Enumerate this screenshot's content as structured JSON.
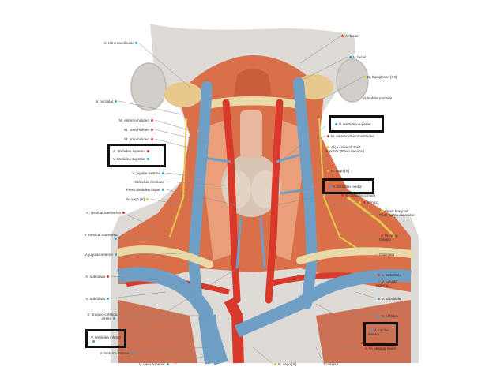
{
  "colors": {
    "artery": "#d8392b",
    "vein": "#6f9fc4",
    "nerve": "#e6c84a",
    "muscle": "#d9704a",
    "muscle_light": "#e9a07a",
    "thyroid": "#d8c5b4",
    "skin": "#dcdad5",
    "bone": "#ead9a8",
    "dot_red": "#d8392b",
    "dot_blue": "#39a0d8",
    "dot_yellow": "#e8c52a"
  },
  "left_labels": [
    {
      "text": "V. retromandibular",
      "dot": "blue"
    },
    {
      "text": "V. occipital",
      "dot": "blue"
    },
    {
      "text": "M. esterno-hióideo",
      "dot": "red"
    },
    {
      "text": "M. tireo-hióideo",
      "dot": "red"
    },
    {
      "text": "M. omo-hióideo",
      "dot": "red"
    },
    {
      "text": "V. jugular externa",
      "dot": "blue"
    },
    {
      "text": "Glândula tireóidea",
      "dot": "none"
    },
    {
      "text": "Plexo tireóideo ímpar",
      "dot": "blue"
    },
    {
      "text": "N. vago [X]",
      "dot": "yellow"
    },
    {
      "text": "A. cervical transversa",
      "dot": "red"
    },
    {
      "text": "V. cervical transversa",
      "dot": "blue"
    },
    {
      "text": "V. jugular anterior",
      "dot": "blue"
    },
    {
      "text": "A. subclávia",
      "dot": "red"
    },
    {
      "text": "V. subclávia",
      "dot": "blue"
    },
    {
      "text": "V. braquio-cefálica direita",
      "dot": "blue"
    },
    {
      "text": "V. torácica interna",
      "dot": "blue"
    }
  ],
  "left_box_top": [
    {
      "text": "A. tireóidea superior",
      "dot": "red"
    },
    {
      "text": "V. tireóidea superior",
      "dot": "blue"
    }
  ],
  "left_box_bottom": {
    "text": "V. tireóidea inferior",
    "dot": "blue"
  },
  "right_labels": [
    {
      "text": "A. facial",
      "dot": "red"
    },
    {
      "text": "V. facial",
      "dot": "blue"
    },
    {
      "text": "N. hipoglosso [XII]",
      "dot": "yellow"
    },
    {
      "text": "Glândula parótida",
      "dot": "none"
    },
    {
      "text": "M. esternocleidomastóideo",
      "dot": "red"
    },
    {
      "text": "Alça cervical, Raiz superior (Plexo cervical)",
      "dot": "yellow"
    },
    {
      "text": "N. vago [X]",
      "dot": "yellow"
    },
    {
      "text": "A. carótida comum",
      "dot": "red"
    },
    {
      "text": "N. frênico",
      "dot": "yellow"
    },
    {
      "text": "Plexo braquial, Parte supra-clavicular",
      "dot": "yellow"
    },
    {
      "text": "M. omo-hióideo",
      "dot": "red"
    },
    {
      "text": "Clavícula",
      "dot": "none"
    },
    {
      "text": "A. subclávia",
      "dot": "red"
    },
    {
      "text": "V. jugular externa",
      "dot": "blue"
    },
    {
      "text": "V. subclávia",
      "dot": "blue"
    },
    {
      "text": "V. cefálica",
      "dot": "blue"
    },
    {
      "text": "M. peitoral maior",
      "dot": "red"
    }
  ],
  "right_box_top": {
    "text": "V. tireóidea superior",
    "dot": "blue"
  },
  "right_box_middle": {
    "text": "V. tireóidea média",
    "dot": "blue"
  },
  "right_box_bottom": {
    "text": "V. jugular interna",
    "dot": "blue"
  },
  "bottom_labels": [
    {
      "text": "V. cava superior",
      "dot": "blue"
    },
    {
      "text": "N. vago [X]",
      "dot": "yellow"
    },
    {
      "text": "Costela I",
      "dot": "none"
    }
  ]
}
